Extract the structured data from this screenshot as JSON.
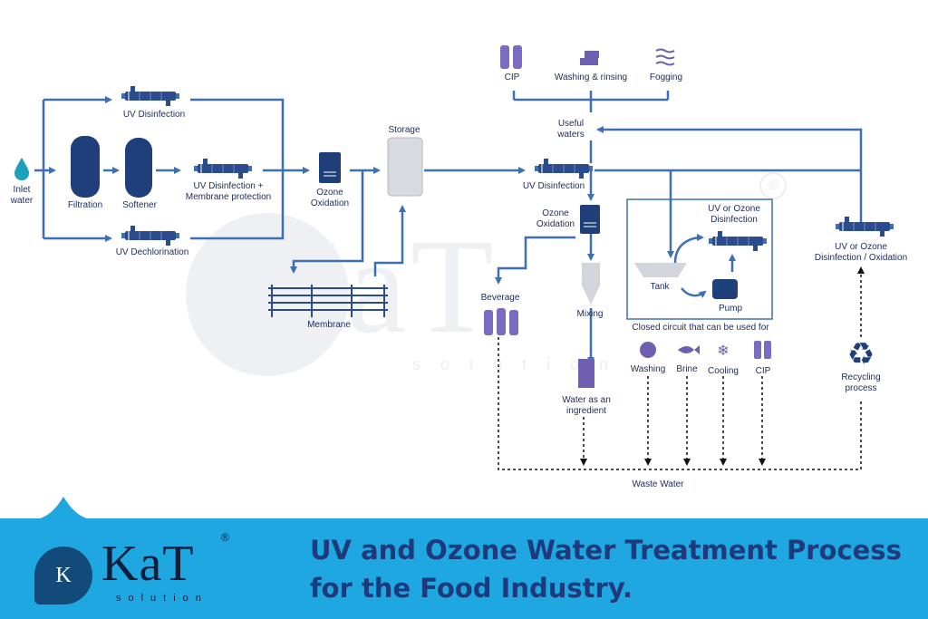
{
  "colors": {
    "line": "#3d6fb4",
    "icon_dark": "#1f3f7a",
    "icon_purple": "#6f5fb0",
    "banner": "#1ea7e1",
    "title": "#1f3a7a"
  },
  "diagram": {
    "inlet": "Inlet\nwater",
    "uv_disinfection": "UV Disinfection",
    "filtration": "Filtration",
    "softener": "Softener",
    "uv_membrane": "UV Disinfection +\nMembrane protection",
    "uv_dechlorination": "UV Dechlorination",
    "ozone_1": "Ozone\nOxidation",
    "storage": "Storage",
    "membrane": "Membrane",
    "cip_top": "CIP",
    "washing_rinsing": "Washing & rinsing",
    "fogging": "Fogging",
    "useful_waters": "Useful\nwaters",
    "uv_disinfection_2": "UV Disinfection",
    "ozone_2": "Ozone\nOxidation",
    "beverage": "Beverage",
    "mixing": "Mixing",
    "water_ingredient": "Water as an\ningredient",
    "tank": "Tank",
    "uv_ozone_loop": "UV or Ozone\nDisinfection",
    "pump": "Pump",
    "closed_circuit": "Closed circuit that can be used for",
    "washing": "Washing",
    "brine": "Brine",
    "cooling": "Cooling",
    "cip_bottom": "CIP",
    "uv_ozone_right": "UV or Ozone\nDisinfection / Oxidation",
    "recycling": "Recycling\nprocess",
    "waste_water": "Waste Water"
  },
  "watermark": {
    "brand": "KaT",
    "sub": "solution",
    "reg": "®"
  },
  "footer": {
    "logo_letter": "K",
    "brand": "KaT",
    "brand_sub": "solution",
    "reg": "®",
    "title_line1": "UV and Ozone Water Treatment Process",
    "title_line2": "for the Food Industry."
  }
}
